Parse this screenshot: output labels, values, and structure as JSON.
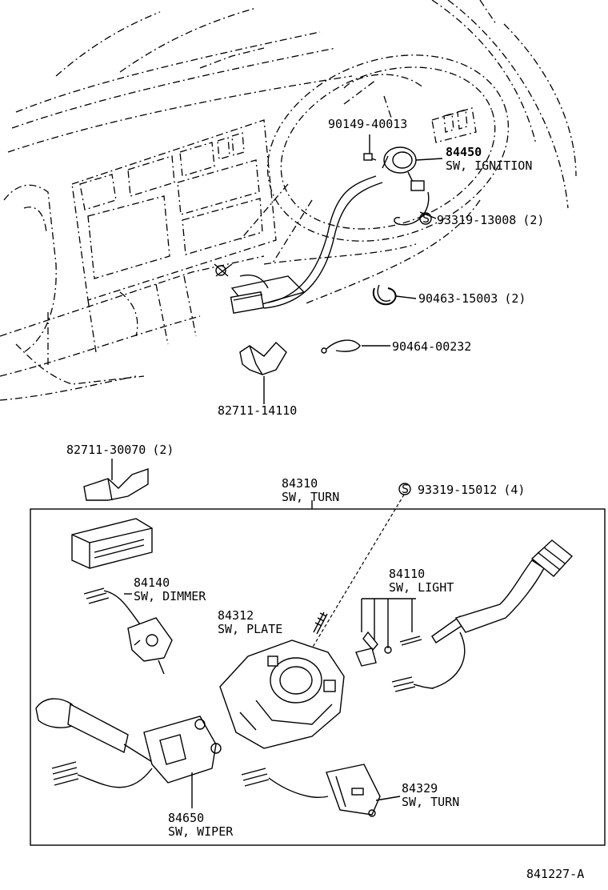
{
  "parts": {
    "p90149": {
      "number": "90149-40013"
    },
    "p84450": {
      "number": "84450",
      "name": "SW, IGNITION"
    },
    "p93319a": {
      "symbol": "S",
      "number": "93319-13008",
      "qty": "(2)"
    },
    "p90463": {
      "number": "90463-15003",
      "qty": "(2)"
    },
    "p90464": {
      "number": "90464-00232"
    },
    "p82711a": {
      "number": "82711-14110"
    },
    "p82711b": {
      "number": "82711-30070",
      "qty": "(2)"
    },
    "p84310": {
      "number": "84310",
      "name": "SW, TURN"
    },
    "p93319b": {
      "symbol": "S",
      "number": "93319-15012",
      "qty": "(4)"
    },
    "p84140": {
      "number": "84140",
      "name": "SW, DIMMER"
    },
    "p84110": {
      "number": "84110",
      "name": "SW, LIGHT"
    },
    "p84312": {
      "number": "84312",
      "name": "SW, PLATE"
    },
    "p84329": {
      "number": "84329",
      "name": "SW, TURN"
    },
    "p84650": {
      "number": "84650",
      "name": "SW, WIPER"
    }
  },
  "figure_id": "841227-A",
  "icons": [
    "dashboard-outline",
    "steering-wheel",
    "ignition-switch",
    "wire-harness-clamp",
    "combination-switch",
    "lever-switch",
    "connector"
  ]
}
